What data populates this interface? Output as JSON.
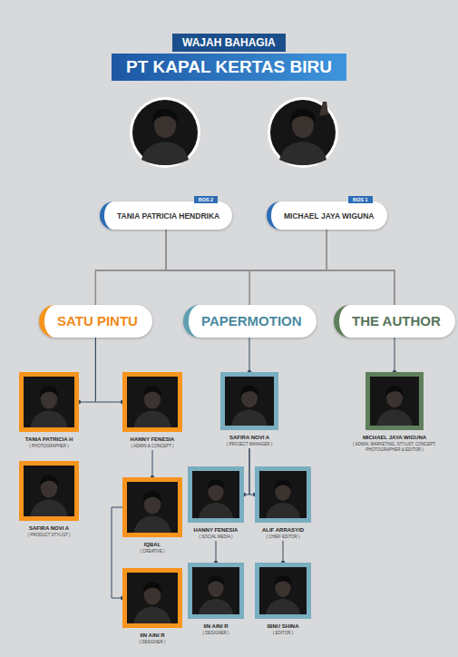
{
  "diagram": {
    "title": "WAJAH BAHAGIA",
    "nodes": [
      {
        "text": [
          "BOS 2",
          "TANIA PATRICIA HENDRIKA"
        ]
      },
      {
        "text": [
          "BOS 1",
          "MICHAEL JAYA WIGUNA"
        ]
      },
      {
        "text": [
          "SATU PINTU"
        ]
      },
      {
        "text": [
          "PAPERMOTION"
        ]
      },
      {
        "text": [
          "THE AUTHOR"
        ]
      },
      {
        "text": [
          "TANIA PATRICIA H",
          "( PHOTOGRAPHER )"
        ]
      },
      {
        "text": [
          "HANNY FENESIA",
          "( ADMIN & CONCEPT )"
        ]
      },
      {
        "text": [
          "SAFIRA NOVI A",
          "( PRODUCT STYLIST )"
        ]
      },
      {
        "text": [
          "IQBAL",
          "( CREATIVE )"
        ]
      },
      {
        "text": [
          "IIN AINI R",
          "( DESIGNER )"
        ]
      },
      {
        "text": [
          "SAFIRA NOVI A",
          "( PROJECT MANAGER )"
        ]
      },
      {
        "text": [
          "HANNY FENESIA",
          "( SOCIAL MEDIA )"
        ]
      },
      {
        "text": [
          "ALIF ARRASYID",
          "( CHIEF EDITOR )"
        ]
      },
      {
        "text": [
          "IIN AINI R",
          "( DESIGNER )"
        ]
      },
      {
        "text": [
          "IBNU SHINA",
          "( EDITOR )"
        ]
      },
      {
        "text": [
          "MICHAEL JAYA WIGUNA",
          "( ADMIN, MARKETING, STYLIST, CONCEPT, PHOTOGRAPHER & EDITOR )"
        ]
      }
    ],
    "edges": [
      {
        "from": 0,
        "to": 2,
        "arrow": "none"
      },
      {
        "from": 0,
        "to": 3,
        "arrow": "none"
      },
      {
        "from": 0,
        "to": 4,
        "arrow": "none"
      },
      {
        "from": 1,
        "to": 2,
        "arrow": "none"
      },
      {
        "from": 1,
        "to": 3,
        "arrow": "none"
      },
      {
        "from": 1,
        "to": 4,
        "arrow": "none"
      },
      {
        "from": 2,
        "to": 5,
        "arrow": "to"
      },
      {
        "from": 2,
        "to": 6,
        "arrow": "to"
      },
      {
        "from": 6,
        "to": 8,
        "arrow": "to"
      },
      {
        "from": 8,
        "to": 9,
        "arrow": "to"
      },
      {
        "from": 3,
        "to": 10,
        "arrow": "to"
      },
      {
        "from": 10,
        "to": 11,
        "arrow": "to"
      },
      {
        "from": 10,
        "to": 12,
        "arrow": "to"
      },
      {
        "from": 11,
        "to": 13,
        "arrow": "to"
      },
      {
        "from": 12,
        "to": 14,
        "arrow": "to"
      },
      {
        "from": 4,
        "to": 15,
        "arrow": "to"
      }
    ],
    "labels": [
      "PT KAPAL KERTAS BIRU"
    ]
  }
}
